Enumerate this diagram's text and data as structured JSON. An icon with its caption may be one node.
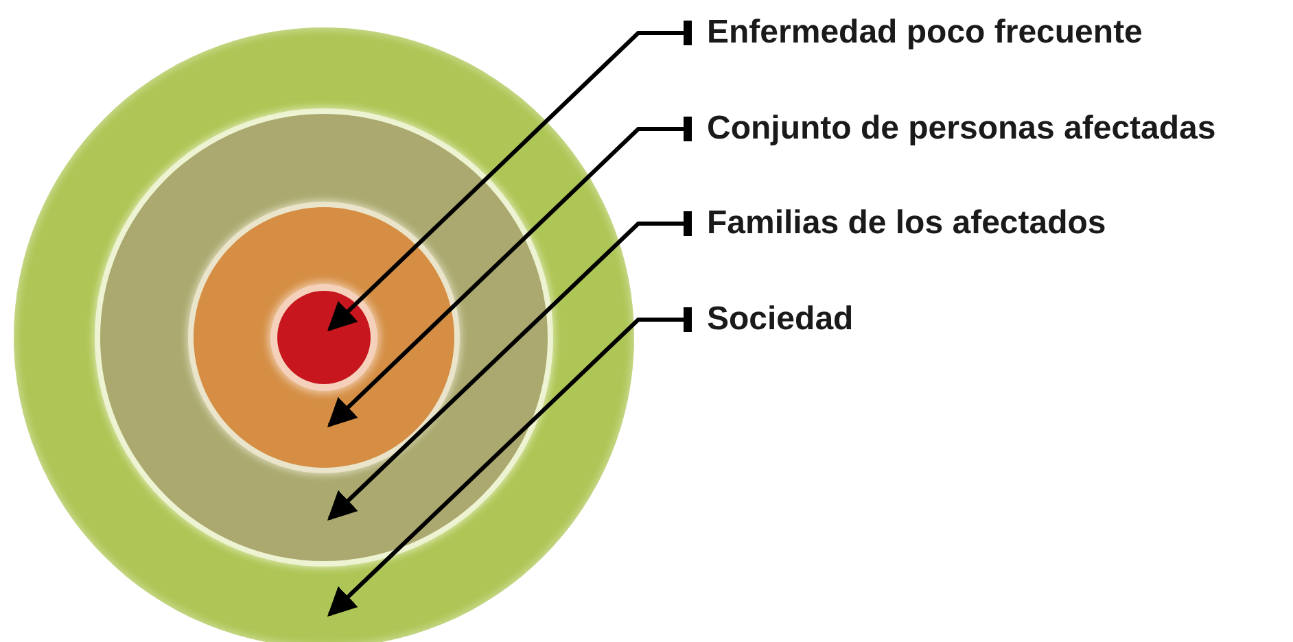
{
  "diagram": {
    "nodes": [
      {
        "text": [],
        "shape": "circle"
      },
      {
        "text": [],
        "shape": "circle",
        "in": 0
      },
      {
        "text": [],
        "shape": "circle",
        "in": 1
      },
      {
        "text": [],
        "shape": "circle",
        "in": 2
      },
      {
        "text": [
          "Enfermedad poco frecuente"
        ]
      },
      {
        "text": [
          "Conjunto de personas afectadas"
        ]
      },
      {
        "text": [
          "Familias de los afectados"
        ]
      },
      {
        "text": [
          "Sociedad"
        ]
      }
    ],
    "edges": [
      {
        "from": 4,
        "to": 3,
        "arrow": "to"
      },
      {
        "from": 5,
        "to": 2,
        "arrow": "to"
      },
      {
        "from": 6,
        "to": 1,
        "arrow": "to"
      },
      {
        "from": 7,
        "to": 0,
        "arrow": "to"
      }
    ]
  }
}
